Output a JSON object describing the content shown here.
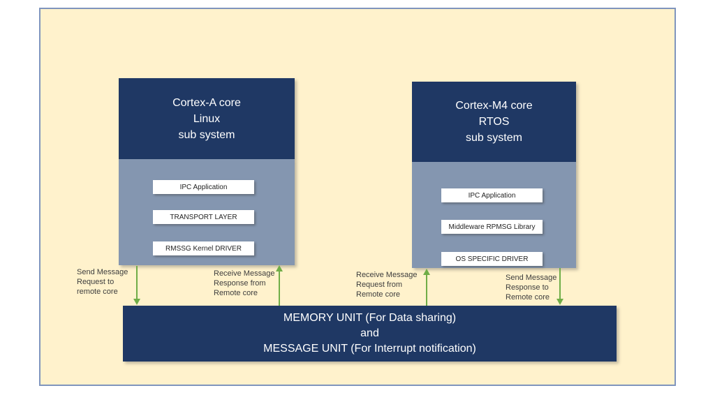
{
  "cores": [
    {
      "name": "cortex-a",
      "title_lines": [
        "Cortex-A core",
        "Linux",
        "sub system"
      ],
      "layers": [
        "IPC Application",
        "TRANSPORT LAYER",
        "RMSSG Kernel DRIVER"
      ]
    },
    {
      "name": "cortex-m4",
      "title_lines": [
        "Cortex-M4 core",
        "RTOS",
        "sub system"
      ],
      "layers": [
        "IPC Application",
        "Middleware RPMSG Library",
        "OS SPECIFIC DRIVER"
      ]
    }
  ],
  "memory_unit": {
    "lines": [
      "MEMORY UNIT (For Data sharing)",
      "and",
      "MESSAGE UNIT (For Interrupt notification)"
    ]
  },
  "arrow_labels": [
    {
      "direction": "down",
      "lines": [
        "Send Message",
        "Request to",
        "remote core"
      ]
    },
    {
      "direction": "up",
      "lines": [
        "Receive Message",
        "Response from",
        "Remote core"
      ]
    },
    {
      "direction": "up",
      "lines": [
        "Receive Message",
        "Request from",
        "Remote core"
      ]
    },
    {
      "direction": "down",
      "lines": [
        "Send Message",
        "Response to",
        "Remote core"
      ]
    }
  ],
  "colors": {
    "slide_background": "#fff2cc",
    "slide_border": "#7f95bd",
    "block_header": "#1f3864",
    "block_body": "#8496b0",
    "layer_box": "#ffffff",
    "memory_bar": "#1f3864",
    "arrow_green": "#70ad47",
    "label_text": "#3d3d3d",
    "header_text": "#ffffff"
  }
}
